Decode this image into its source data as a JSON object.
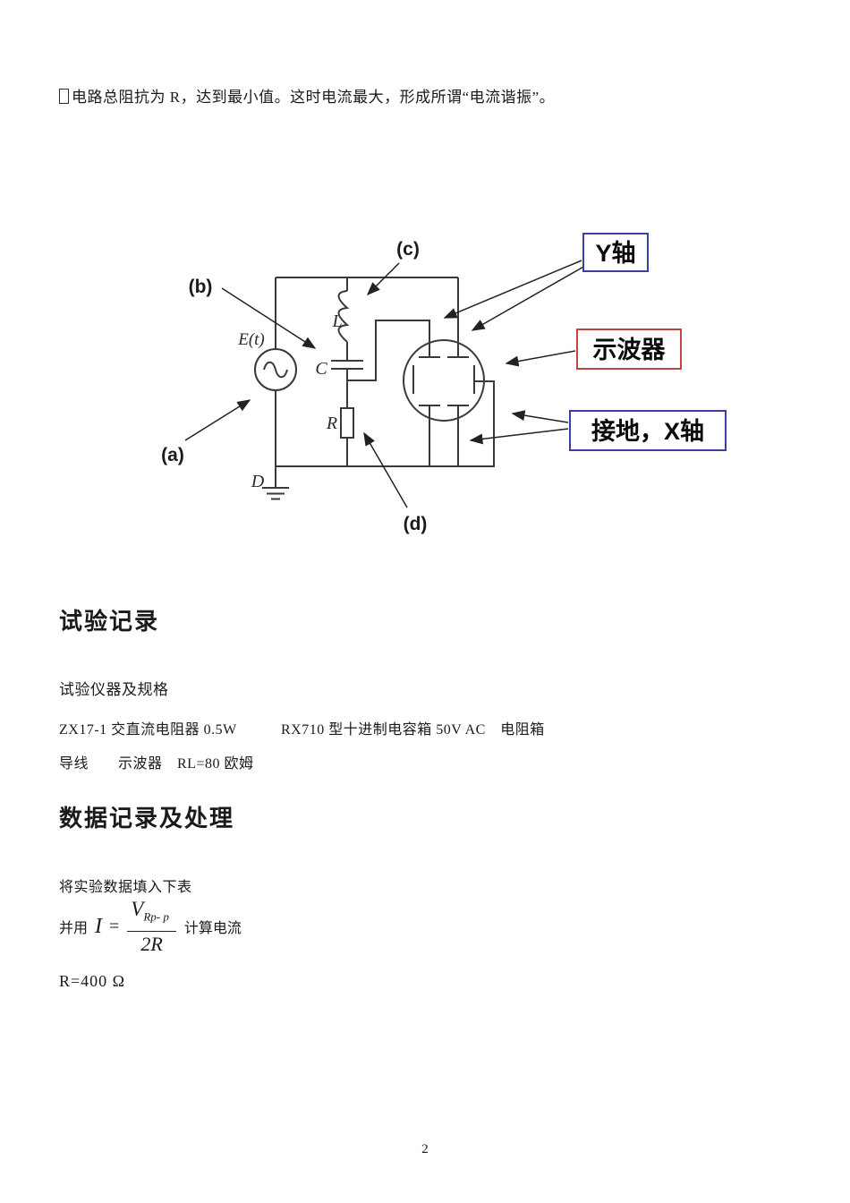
{
  "page": {
    "number": "2"
  },
  "intro": {
    "text": "电路总阻抗为 R，达到最小值。这时电流最大，形成所谓“电流谐振”。"
  },
  "diagram": {
    "labels": {
      "a": "(a)",
      "b": "(b)",
      "c": "(c)",
      "d": "(d)",
      "source": "E(t)",
      "inductor": "L",
      "capacitor": "C",
      "resistor": "R",
      "ground": "D"
    },
    "callouts": {
      "y_axis": {
        "text": "Y轴",
        "border_color": "#3d3da8"
      },
      "oscilloscope": {
        "text": "示波器",
        "border_color": "#c24444"
      },
      "ground_x_axis": {
        "text": "接地，X轴",
        "border_color": "#3d3da8"
      }
    }
  },
  "record_section": {
    "heading": "试验记录",
    "instruments_label": "试验仪器及规格",
    "instruments_line1": "ZX17-1 交直流电阻器 0.5W　　　RX710 型十进制电容箱 50V AC　电阻箱",
    "instruments_line2": "导线　　示波器　RL=80 欧姆"
  },
  "data_section": {
    "heading": "数据记录及处理",
    "fill_note": "将实验数据填入下表",
    "formula": {
      "prefix": "并用",
      "lhs": "I",
      "equals": "=",
      "numerator_base": "V",
      "numerator_sub": "Rp- p",
      "denominator": "2R",
      "suffix": "计算电流"
    },
    "r_value": "R=400 Ω"
  }
}
